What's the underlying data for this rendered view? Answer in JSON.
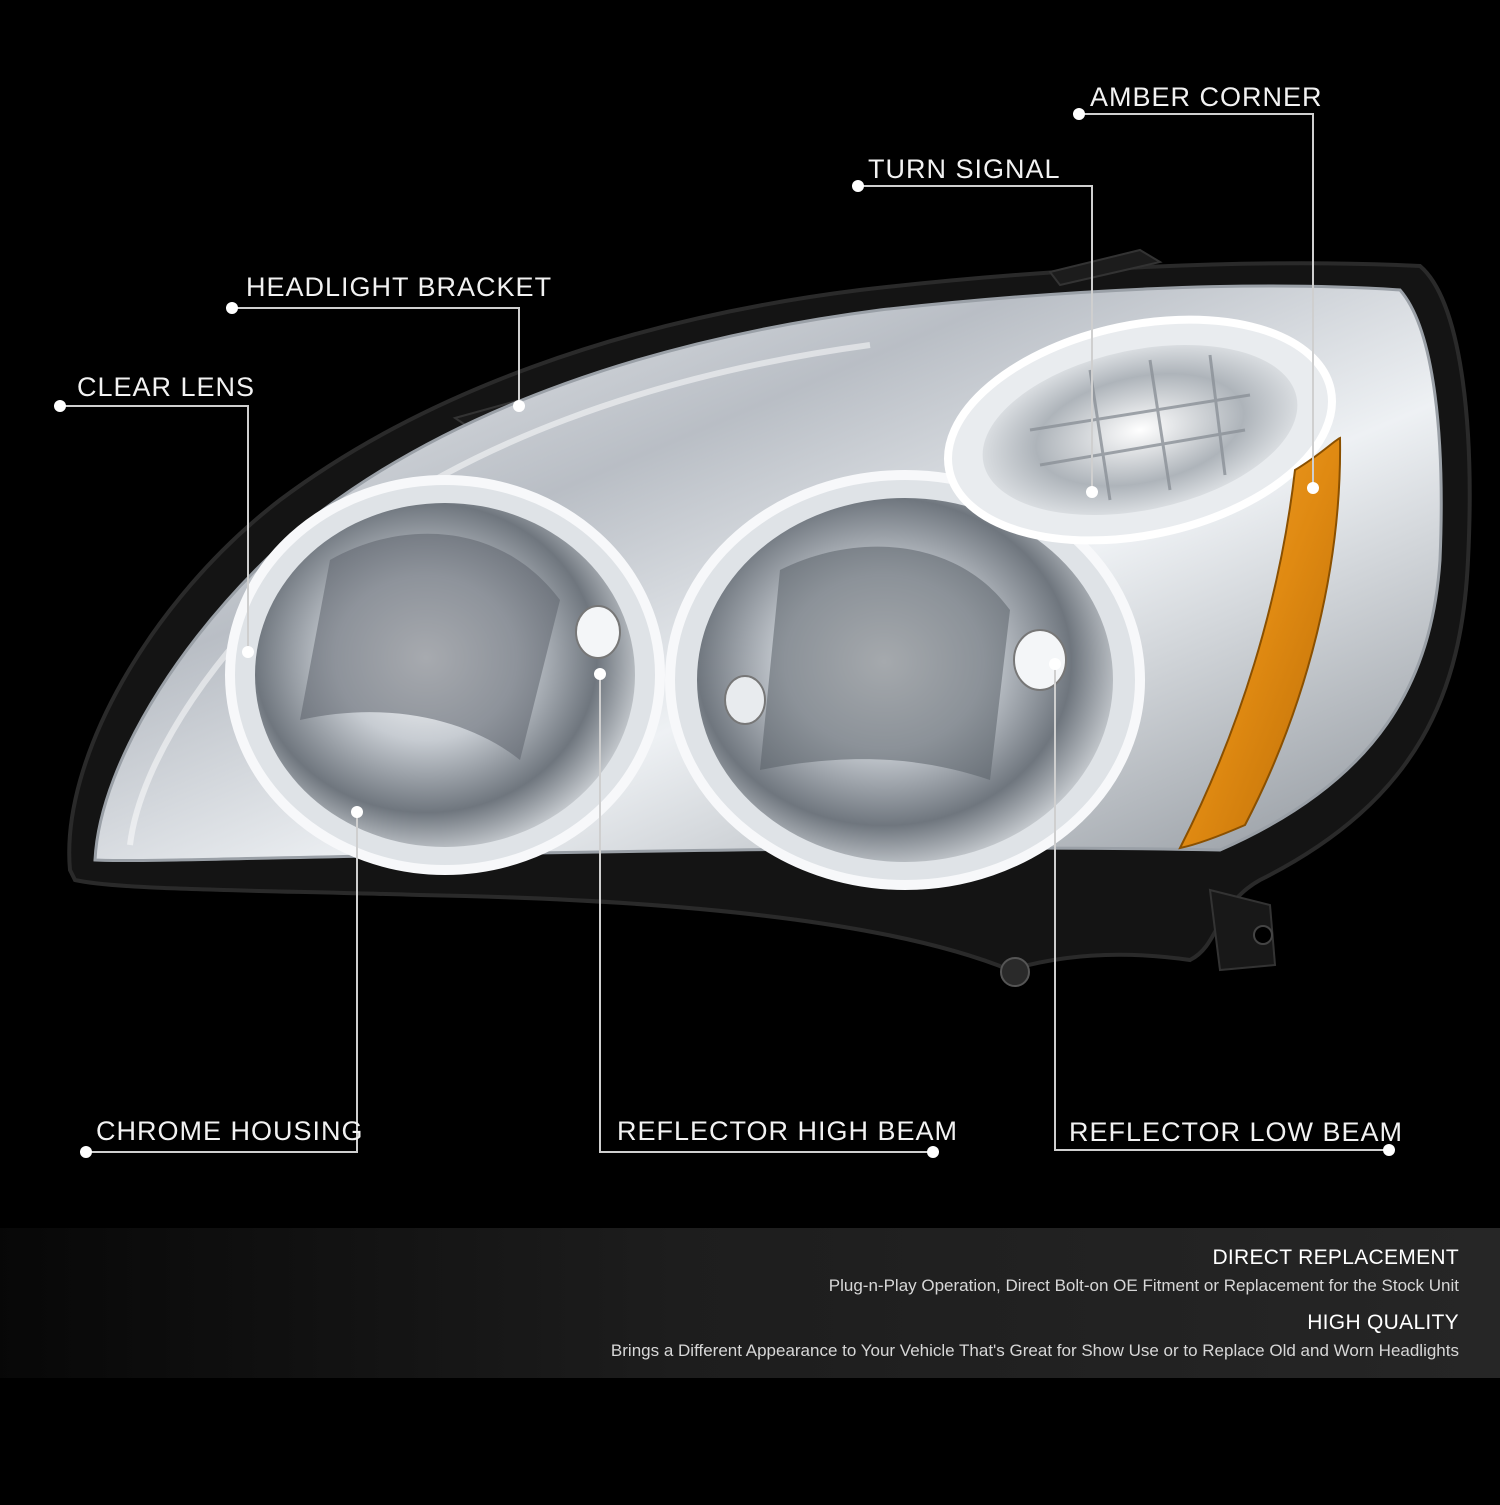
{
  "callouts": [
    {
      "id": "amber-corner",
      "label": "AMBER CORNER"
    },
    {
      "id": "turn-signal",
      "label": "TURN SIGNAL"
    },
    {
      "id": "headlight-bracket",
      "label": "HEADLIGHT BRACKET"
    },
    {
      "id": "clear-lens",
      "label": "CLEAR LENS"
    },
    {
      "id": "chrome-housing",
      "label": "CHROME HOUSING"
    },
    {
      "id": "reflector-high-beam",
      "label": "REFLECTOR HIGH BEAM"
    },
    {
      "id": "reflector-low-beam",
      "label": "REFLECTOR LOW BEAM"
    }
  ],
  "features": [
    {
      "title": "DIRECT REPLACEMENT",
      "text": "Plug-n-Play Operation, Direct Bolt-on OE Fitment or Replacement for the Stock Unit"
    },
    {
      "title": "HIGH QUALITY",
      "text": "Brings a Different Appearance to Your Vehicle That's Great for Show Use or to Replace Old and Worn Headlights"
    }
  ],
  "colors": {
    "background": "#000000",
    "amber": "#e08a12",
    "chrome": "#d9dde2",
    "callout_line": "#cfcfcf"
  }
}
